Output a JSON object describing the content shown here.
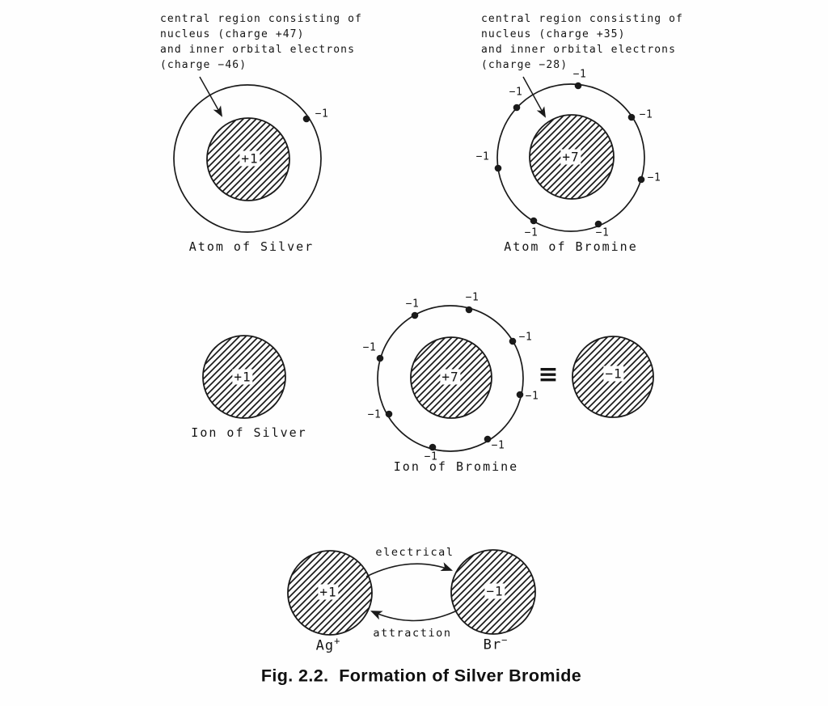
{
  "annotations": {
    "silver": {
      "line1": "central region consisting of",
      "line2": "nucleus (charge +47)",
      "line3": "and inner orbital electrons",
      "line4": "(charge −46)"
    },
    "bromine": {
      "line1": "central region consisting of",
      "line2": "nucleus (charge +35)",
      "line3": "and inner orbital electrons",
      "line4": "(charge −28)"
    }
  },
  "atoms": {
    "silver": {
      "label": "Atom of Silver",
      "nucleus_charge": "+1",
      "electron_charge": "−1",
      "electron_count": "1"
    },
    "bromine": {
      "label": "Atom of Bromine",
      "nucleus_charge": "+7",
      "electron_charge": "−1",
      "electron_count": "7"
    }
  },
  "ions": {
    "silver": {
      "label": "Ion of Silver",
      "charge": "+1"
    },
    "bromine": {
      "label": "Ion of Bromine",
      "core_charge": "+7",
      "electron_charge": "−1",
      "electron_count": "8"
    },
    "equivalence_symbol": "≡",
    "bromide_equivalent_charge": "−1"
  },
  "reaction": {
    "silver_ion_charge": "+1",
    "bromide_ion_charge": "−1",
    "silver_symbol": "Ag",
    "silver_superscript": "+",
    "bromide_symbol": "Br",
    "bromide_superscript": "−",
    "arrow_top_label": "electrical",
    "arrow_bottom_label": "attraction"
  },
  "figure": {
    "caption": "Fig. 2.2.  Formation of Silver Bromide"
  },
  "colors": {
    "ink": "#1a1a1a",
    "paper": "#fefefe"
  }
}
